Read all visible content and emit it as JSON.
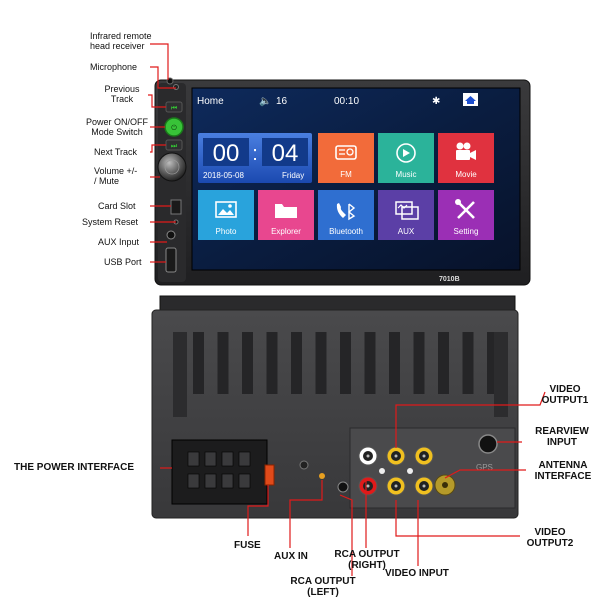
{
  "front_labels": {
    "infrared": "Infrared remote\nhead receiver",
    "microphone": "Microphone",
    "previous_track": "Previous\nTrack",
    "power_mode": "Power ON/OFF\nMode Switch",
    "next_track": "Next Track",
    "volume": "Volume +/-\n/ Mute",
    "card_slot": "Card Slot",
    "system_reset": "System Reset",
    "aux_input": "AUX Input",
    "usb_port": "USB Port"
  },
  "screen": {
    "home": "Home",
    "volume_level": "16",
    "clock": "00:10",
    "clock_big_h": "00",
    "clock_big_m": "04",
    "date": "2018-05-08",
    "weekday": "Friday",
    "model": "7010B",
    "tiles": [
      {
        "label": "FM",
        "color": "#f26b3a",
        "icon": "radio-icon"
      },
      {
        "label": "Music",
        "color": "#2bb39a",
        "icon": "headphones-icon"
      },
      {
        "label": "Movie",
        "color": "#e0323f",
        "icon": "movie-camera-icon"
      },
      {
        "label": "Photo",
        "color": "#29a3dc",
        "icon": "photo-icon"
      },
      {
        "label": "Explorer",
        "color": "#e8478f",
        "icon": "folder-icon"
      },
      {
        "label": "Bluetooth",
        "color": "#2f6fd0",
        "icon": "phone-bluetooth-icon"
      },
      {
        "label": "AUX",
        "color": "#5b3fa6",
        "icon": "aux-icon"
      },
      {
        "label": "Setting",
        "color": "#9b2fb5",
        "icon": "tools-icon"
      }
    ]
  },
  "rear_labels": {
    "video_output1": "VIDEO\nOUTPUT1",
    "rearview_input": "REARVIEW\nINPUT",
    "antenna_interface": "ANTENNA\nINTERFACE",
    "power_interface": "THE POWER INTERFACE",
    "video_output2": "VIDEO\nOUTPUT2",
    "fuse": "FUSE",
    "aux_in": "AUX IN",
    "rca_output_right": "RCA OUTPUT\n(RIGHT)",
    "video_input": "VIDEO INPUT",
    "rca_output_left": "RCA OUTPUT\n(LEFT)",
    "gps": "GPS"
  },
  "colors": {
    "leader_line": "#e01a1a",
    "body_dark": "#2e2e30",
    "screen_bg": "#0b1a3a",
    "green_button": "#38c338"
  }
}
